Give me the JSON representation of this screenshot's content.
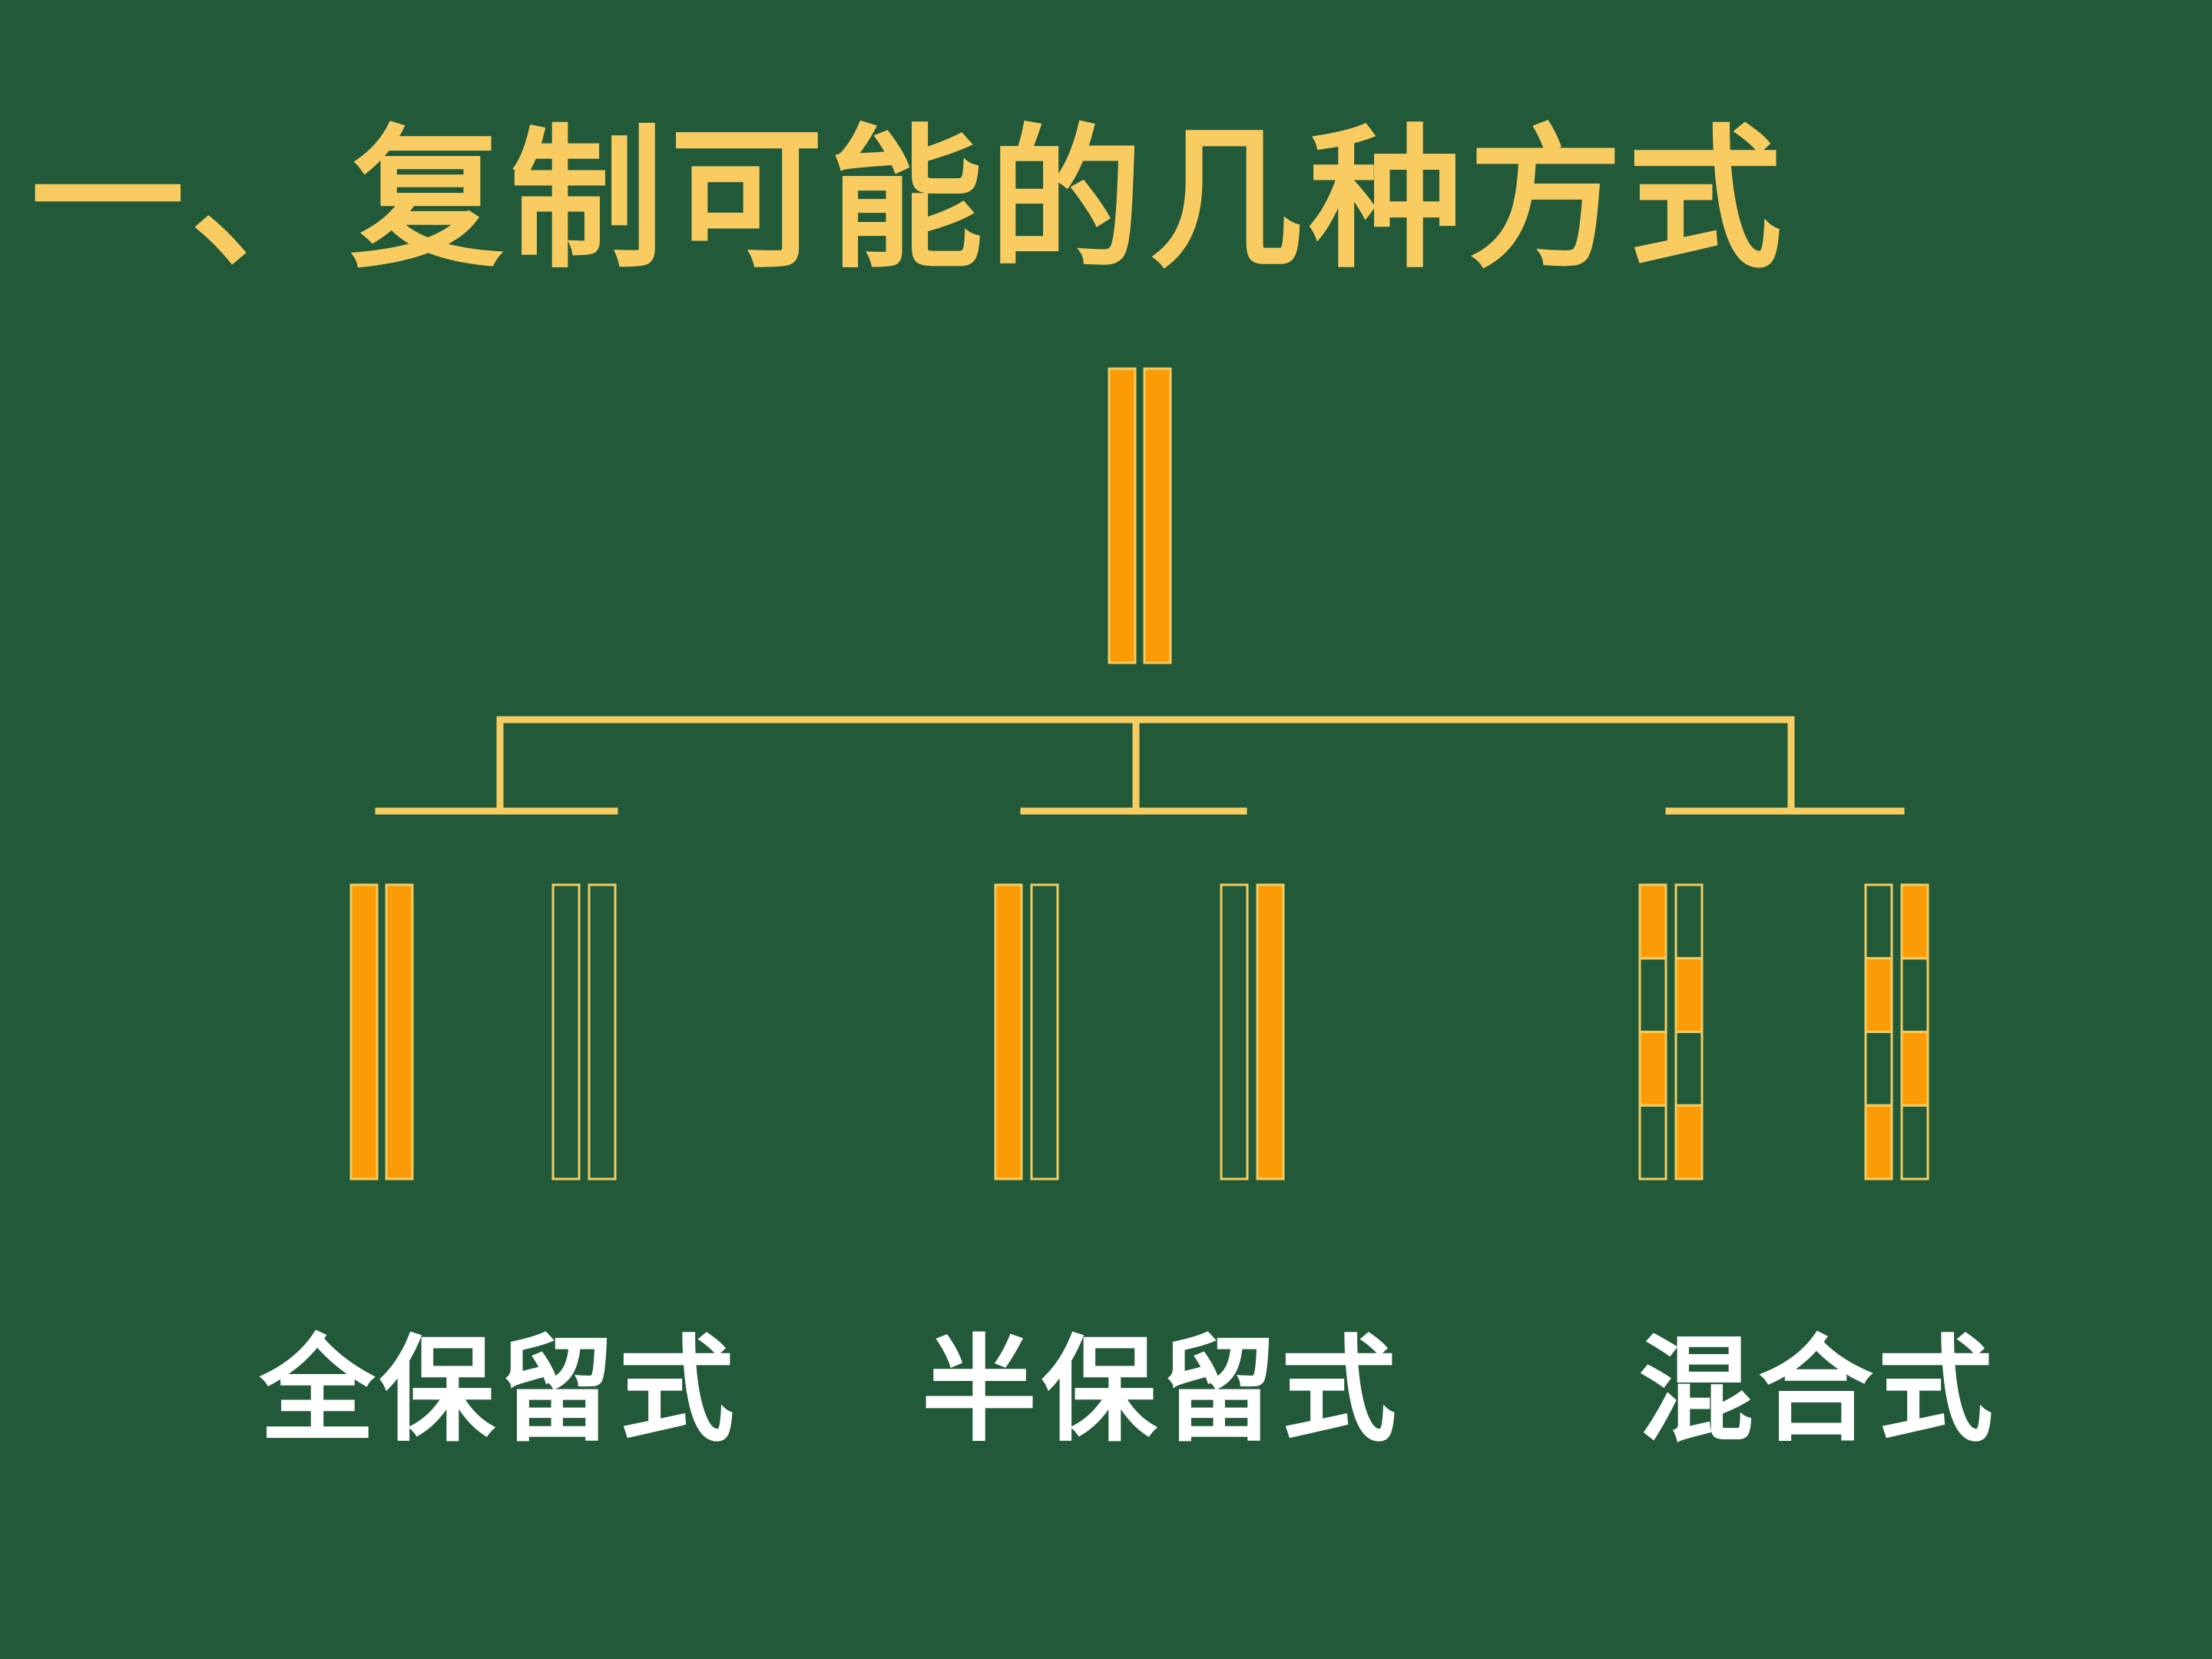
{
  "title": "一、复制可能的几种方式",
  "labels": {
    "conservative": "全保留式",
    "semiconservative": "半保留式",
    "dispersive": "混合式"
  },
  "colors": {
    "background": "#225939",
    "title": "#f9cc62",
    "parental_strand": "#fb9c06",
    "new_strand_outline": "#f1cc62",
    "tree_line": "#f6cd62",
    "label": "#ffffff"
  }
}
